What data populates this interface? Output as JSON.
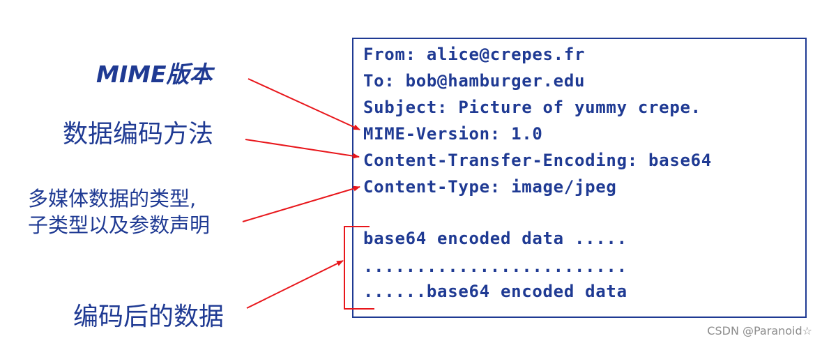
{
  "labels": {
    "mime_version": "MIME版本",
    "encoding_method": "数据编码方法",
    "media_type_line1": "多媒体数据的类型,",
    "media_type_line2": "子类型以及参数声明",
    "encoded_data": "编码后的数据"
  },
  "message": {
    "headers": [
      "From: alice@crepes.fr",
      "To: bob@hamburger.edu",
      "Subject: Picture of yummy crepe.",
      "MIME-Version: 1.0",
      "Content-Transfer-Encoding: base64",
      "Content-Type: image/jpeg"
    ],
    "body": [
      "base64 encoded data .....",
      ".........................",
      "......base64 encoded data"
    ]
  },
  "watermark": "CSDN @Paranoid☆",
  "colors": {
    "text": "#1f3a93",
    "arrow": "#e8161b",
    "box_border": "#1f3a93",
    "watermark": "#8c8c8c"
  }
}
